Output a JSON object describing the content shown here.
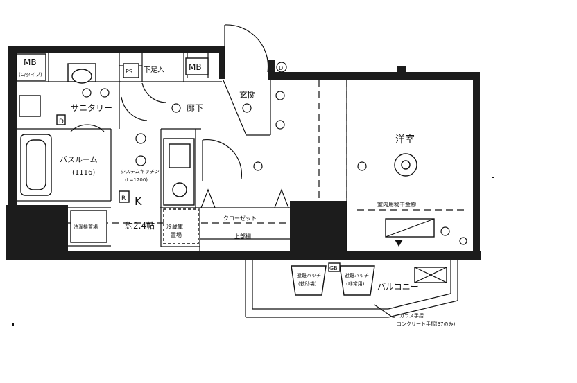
{
  "floorplan": {
    "rooms": {
      "western_room": "洋室",
      "entrance": "玄関",
      "corridor": "廊下",
      "sanitary": "サニタリー",
      "bathroom": "バスルーム",
      "bathroom_size": "(1116)",
      "kitchen_mark": "K",
      "kitchen_size": "約2.4帖",
      "balcony": "バルコニー"
    },
    "labels": {
      "mb_left": "MB",
      "mb_left_sub": "(C/タイプ)",
      "ps": "PS",
      "shoe_box": "下足入",
      "mb_right": "MB",
      "system_kitchen": "システムキッチン",
      "system_kitchen_size": "(L=1200)",
      "washer": "洗濯機置場",
      "fridge": "冷蔵庫",
      "fridge_sub": "置場",
      "closet": "クローゼット",
      "upper_shelf": "上部棚",
      "drying_hardware": "室内用物干金物",
      "hatch_left": "避難ハッチ",
      "hatch_left_sub": "(救助袋)",
      "hatch_right": "避難ハッチ",
      "hatch_right_sub": "(非常用)",
      "gb": "GB",
      "bath_note": "ガラス手摺",
      "bath_note_sub": "コンクリート手摺(37のみ)",
      "d_mark": "D",
      "r_mark": "R",
      "compass": "D"
    }
  }
}
